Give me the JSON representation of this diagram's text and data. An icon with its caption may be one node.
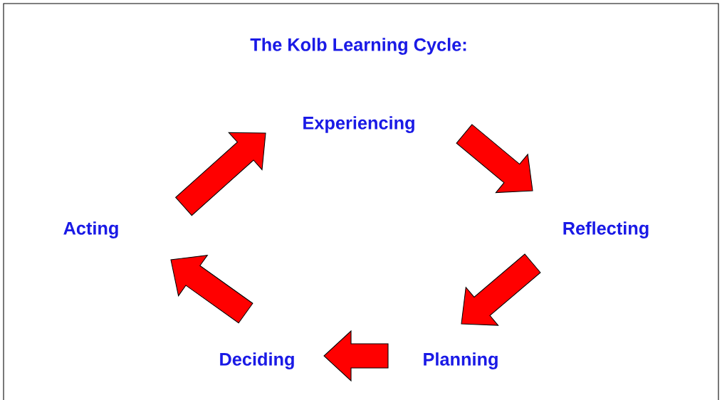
{
  "diagram": {
    "title": "The Kolb Learning Cycle:",
    "nodes": [
      {
        "text": [
          "Experiencing"
        ]
      },
      {
        "text": [
          "Reflecting"
        ]
      },
      {
        "text": [
          "Planning"
        ]
      },
      {
        "text": [
          "Deciding"
        ]
      },
      {
        "text": [
          "Acting"
        ]
      }
    ],
    "edges": [
      {
        "from": 0,
        "to": 1,
        "arrow": "to"
      },
      {
        "from": 1,
        "to": 2,
        "arrow": "to"
      },
      {
        "from": 2,
        "to": 3,
        "arrow": "to"
      },
      {
        "from": 3,
        "to": 4,
        "arrow": "to"
      },
      {
        "from": 4,
        "to": 0,
        "arrow": "to"
      }
    ]
  }
}
